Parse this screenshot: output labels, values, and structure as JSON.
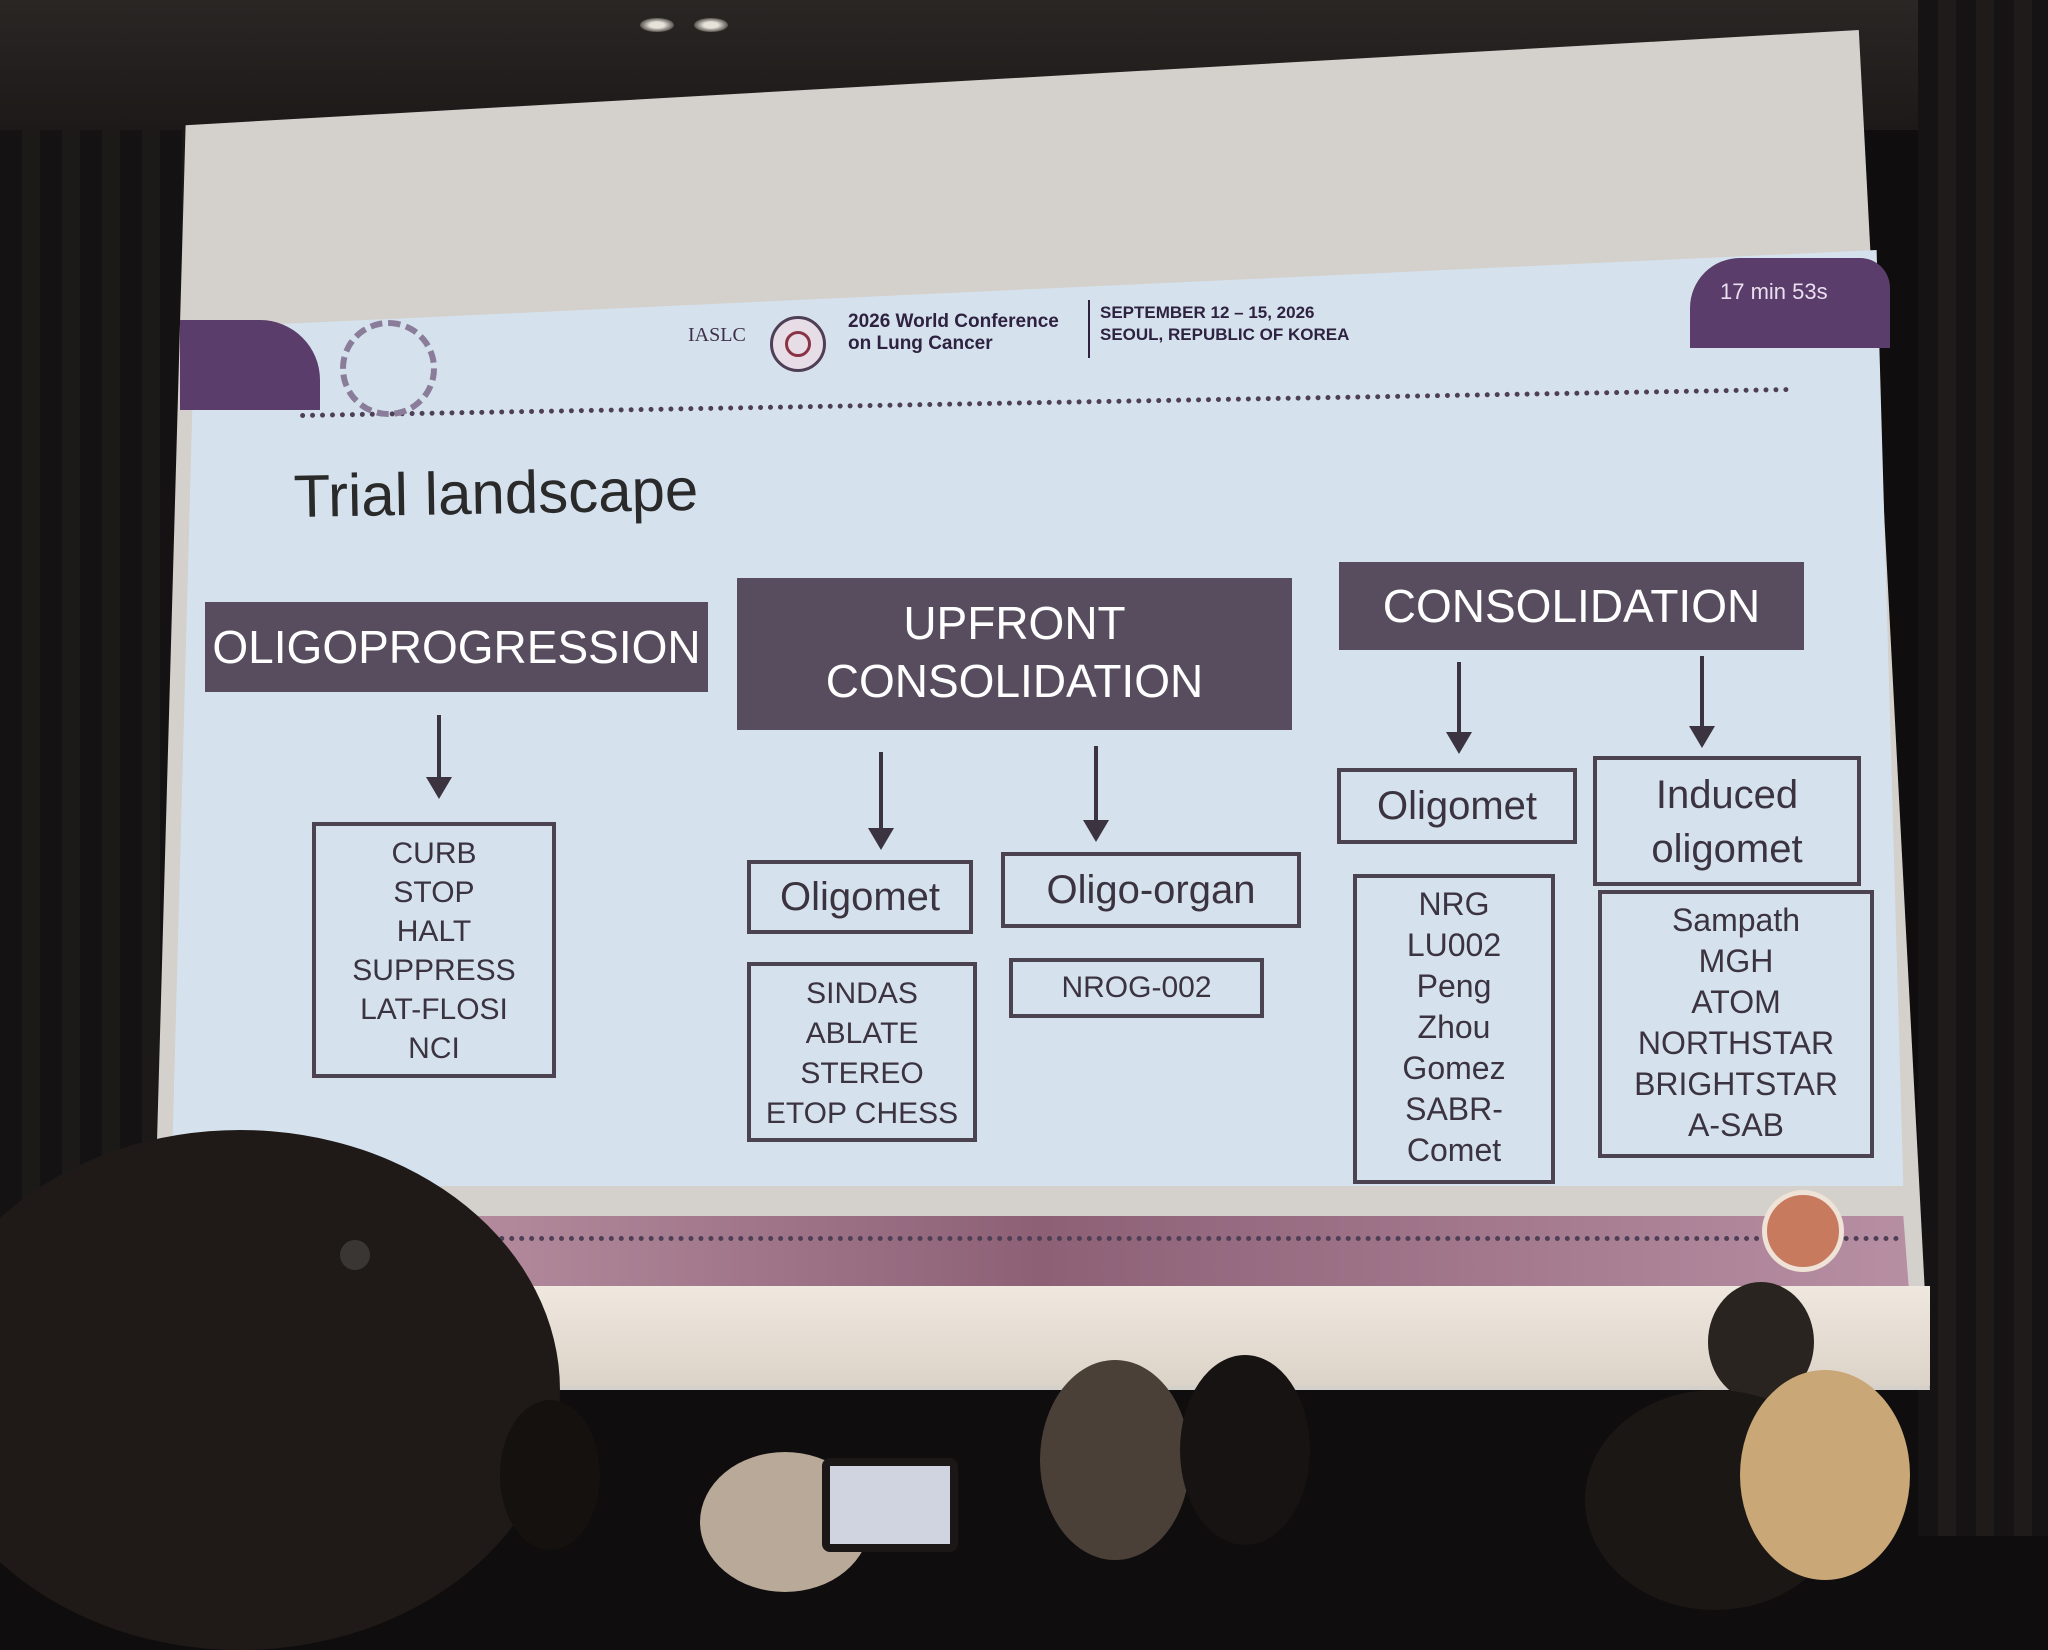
{
  "header": {
    "org": "IASLC",
    "conference": [
      "2026 World Conference",
      "on Lung Cancer"
    ],
    "dates": "SEPTEMBER 12 – 15, 2026",
    "location": "SEOUL, REPUBLIC OF KOREA",
    "timer": "17 min 53s"
  },
  "slide": {
    "title": "Trial landscape",
    "categories": [
      {
        "label": "OLIGOPROGRESSION"
      },
      {
        "label": [
          "UPFRONT",
          "CONSOLIDATION"
        ]
      },
      {
        "label": "CONSOLIDATION"
      }
    ],
    "groups": [
      {
        "items": [
          "CURB",
          "STOP",
          "HALT",
          "SUPPRESS",
          "LAT-FLOSI",
          "NCI"
        ]
      },
      {
        "label": "Oligomet",
        "items": [
          "SINDAS",
          "ABLATE",
          "STEREO",
          "ETOP CHESS"
        ]
      },
      {
        "label": "Oligo-organ",
        "items": [
          "NROG-002"
        ]
      },
      {
        "label": "Oligomet",
        "items": [
          "NRG",
          "LU002",
          "Peng",
          "Zhou",
          "Gomez",
          "SABR-",
          "Comet"
        ]
      },
      {
        "label": [
          "Induced",
          "oligomet"
        ],
        "items": [
          "Sampath",
          "MGH",
          "ATOM",
          "NORTHSTAR",
          "BRIGHTSTAR",
          "A-SAB"
        ]
      }
    ]
  },
  "colors": {
    "slide_bg": "#d5e2ee",
    "category_fill": "#574d5e",
    "accent_purple": "#5a3d6a",
    "accent_orange": "#c87a5f"
  }
}
